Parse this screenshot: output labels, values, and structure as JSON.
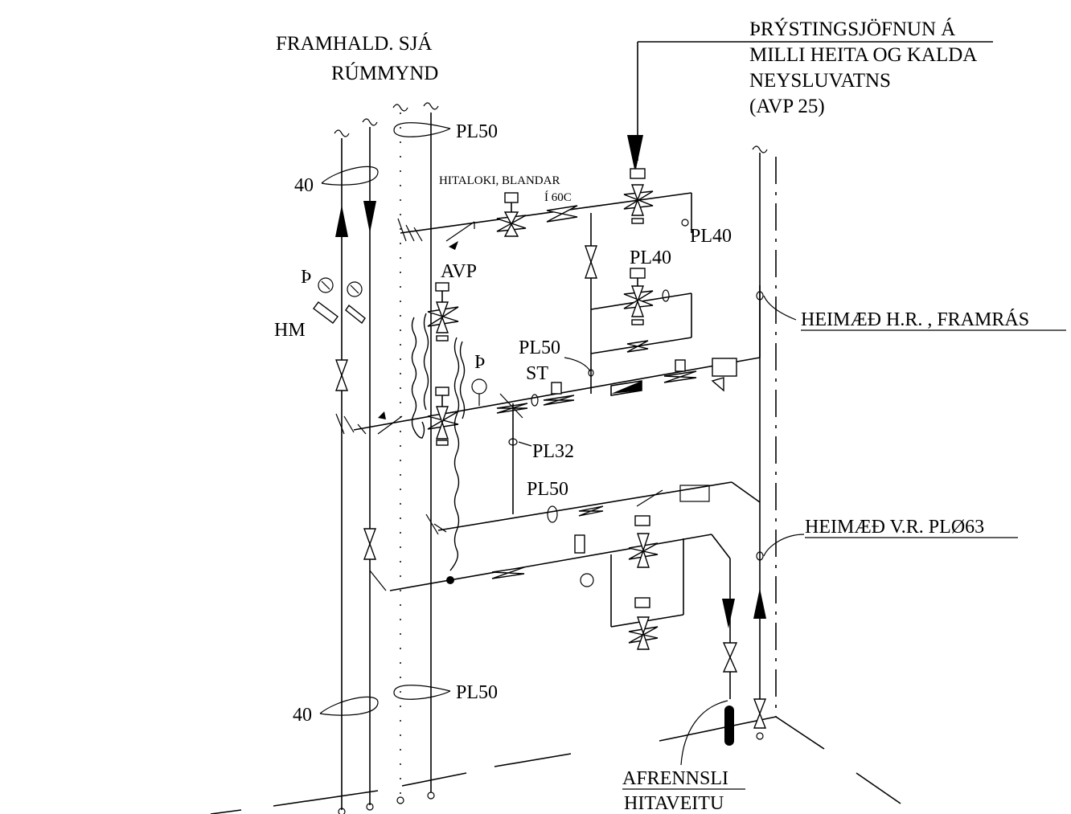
{
  "labels": {
    "continuation_line1": "FRAMHALD. SJÁ",
    "continuation_line2": "RÚMMYND",
    "pressure_eq_line1": "ÞRÝSTINGSJÖFNUN Á",
    "pressure_eq_line2": "MILLI HEITA OG KALDA",
    "pressure_eq_line3": "NEYSLUVATNS",
    "pressure_eq_line4": "(AVP 25)",
    "pl50_top": "PL50",
    "pl50_mid": "PL50",
    "pl50_lower": "PL50",
    "pl50_bottom": "PL50",
    "pl40_right": "PL40",
    "pl40_mid": "PL40",
    "pl32": "PL32",
    "size_40_top": "40",
    "size_40_bottom": "40",
    "thermostat_line1": "HITALOKI, BLANDAR",
    "thermostat_line2": "Í 60C",
    "avp": "AVP",
    "thorn_left": "Þ",
    "thorn_mid": "Þ",
    "hm": "HM",
    "st": "ST",
    "supply_in": "HEIMÆÐ H.R. , FRAMRÁS",
    "return_in": "HEIMÆÐ V.R. PLØ63",
    "drain_line1": "AFRENNSLI",
    "drain_line2": "HITAVEITU"
  }
}
